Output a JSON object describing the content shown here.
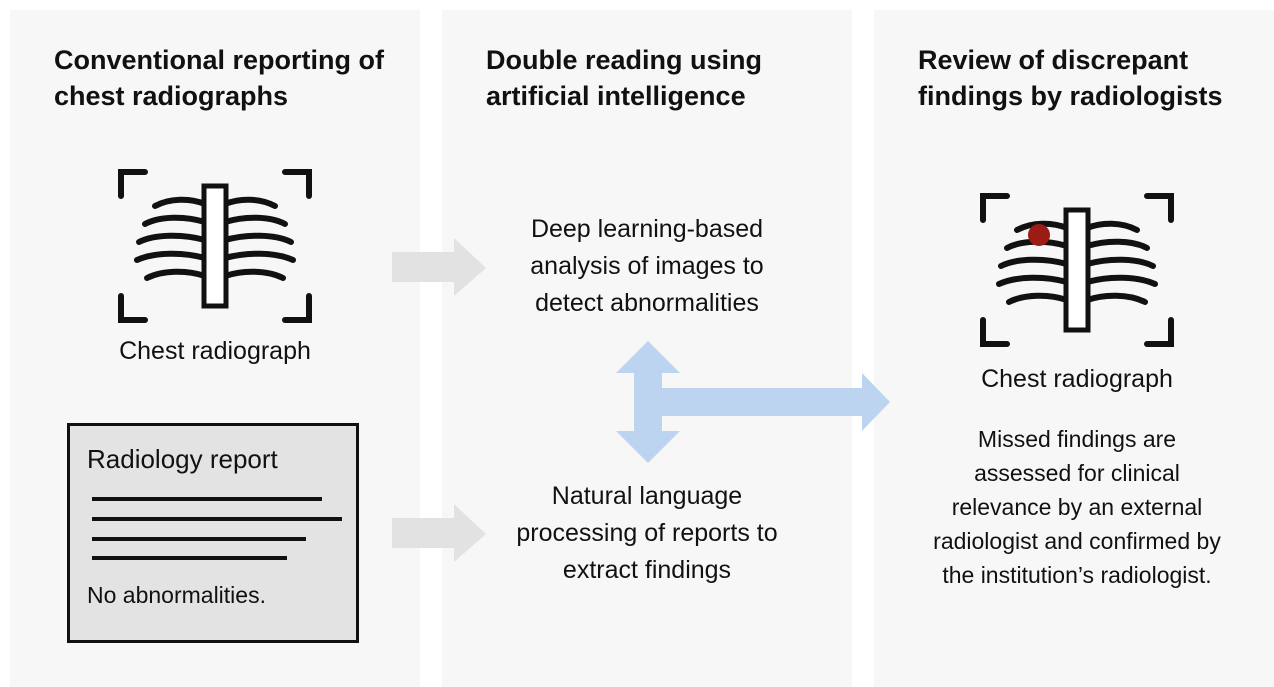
{
  "panels": {
    "left": {
      "title": "Conventional reporting of chest radiographs",
      "xray_caption": "Chest radiograph",
      "report": {
        "title": "Radiology report",
        "footer": "No abnormalities."
      }
    },
    "middle": {
      "title": "Double reading using artificial intelligence",
      "deep_learning_text": "Deep learning-based analysis of images to detect abnormalities",
      "nlp_text": "Natural language processing of reports to extract findings"
    },
    "right": {
      "title": "Review of discrepant findings by radiologists",
      "xray_caption": "Chest radiograph",
      "description": "Missed findings are assessed for clinical relevance by an external radiologist and confirmed by the institution’s radiologist."
    }
  },
  "colors": {
    "panel_bg": "#f7f7f7",
    "gray_arrow": "#e2e2e2",
    "blue_arrow": "#bcd4f0",
    "finding_dot": "#9b1b15",
    "report_bg": "#e3e3e3"
  },
  "icons": [
    "chest-xray-icon",
    "chest-xray-with-finding-icon",
    "report-document-icon"
  ]
}
